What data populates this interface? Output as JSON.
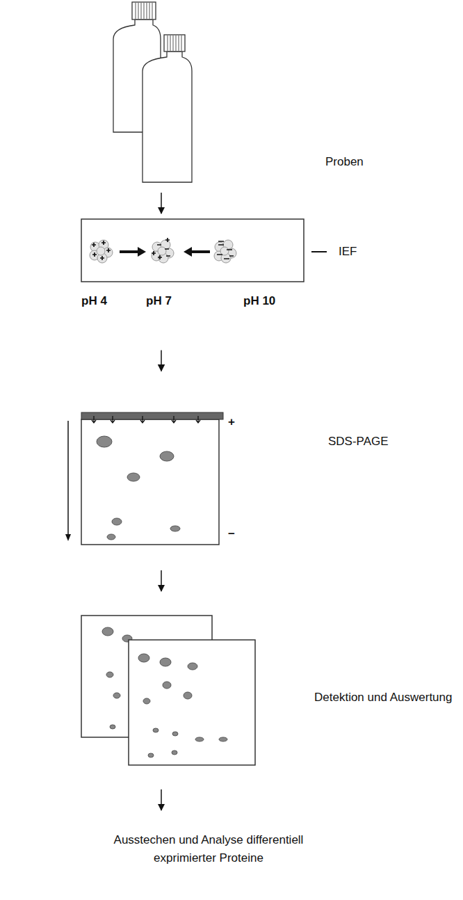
{
  "diagram": {
    "nodes": [
      {
        "text": [
          "Proben"
        ]
      },
      {
        "text": [
          "IEF"
        ]
      },
      {
        "text": [
          "SDS-PAGE"
        ]
      },
      {
        "text": [
          "Detektion und Auswertung"
        ]
      },
      {
        "text": [
          "Ausstechen und Analyse differentiell exprimierter Proteine"
        ]
      }
    ],
    "edges": [
      {
        "from": 0,
        "to": 1,
        "arrow": "to"
      },
      {
        "from": 1,
        "to": 2,
        "arrow": "to"
      },
      {
        "from": 2,
        "to": 3,
        "arrow": "to"
      },
      {
        "from": 3,
        "to": 4,
        "arrow": "to"
      }
    ],
    "labels": [
      "pH 4",
      "pH 7",
      "pH 10",
      "+",
      "−"
    ]
  }
}
